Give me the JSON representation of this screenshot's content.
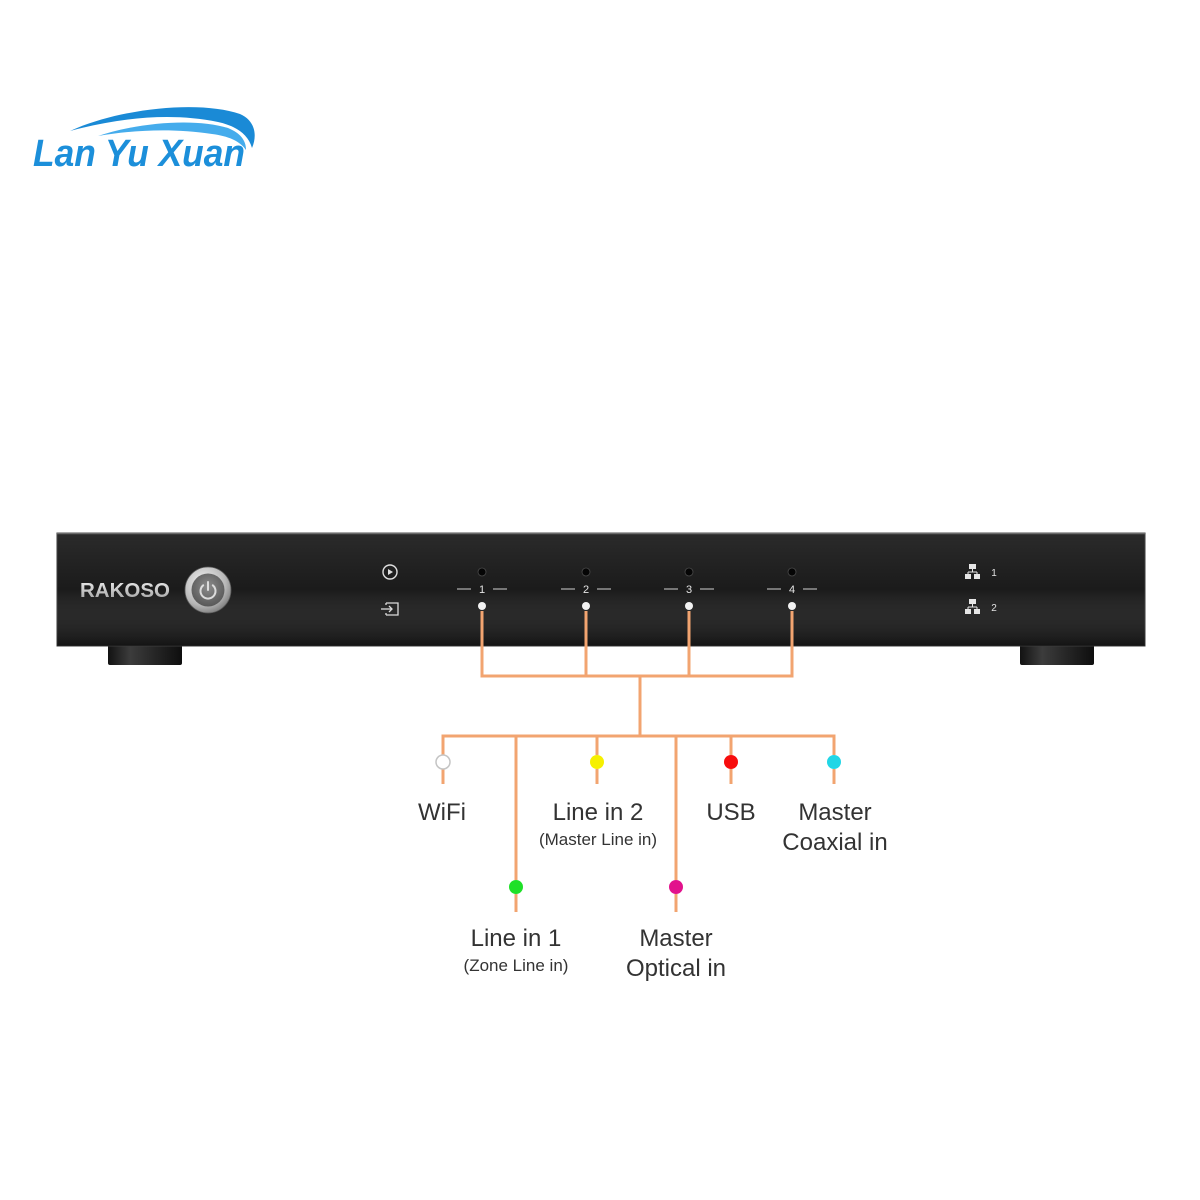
{
  "logo": {
    "text": "Lan Yu Xuan",
    "color": "#1c8fda"
  },
  "device": {
    "brand": "RAKOSO",
    "zone_labels": [
      "1",
      "2",
      "3",
      "4"
    ],
    "network_port_labels": [
      "1",
      "2"
    ],
    "icons": {
      "power_button": "power-icon",
      "play": "play-icon",
      "input_source": "input-source-icon",
      "network_ports": "network-icon"
    },
    "led_colors": {
      "top": "#050505",
      "bottom": "#f2f2f2"
    }
  },
  "colors": {
    "background": "#ffffff",
    "device_body": "#1b1b1b",
    "connector_line": "#f2a470",
    "label_text": "#333333"
  },
  "inputs": [
    {
      "label_lines": [
        "WiFi"
      ],
      "dot_color": "#ffffff"
    },
    {
      "label_lines": [
        "Line in 1"
      ],
      "note": "(Zone Line in)",
      "dot_color": "#1fe028"
    },
    {
      "label_lines": [
        "Line in 2"
      ],
      "note": "(Master Line in)",
      "dot_color": "#f6f000"
    },
    {
      "label_lines": [
        "Master",
        "Optical in"
      ],
      "dot_color": "#e2128c"
    },
    {
      "label_lines": [
        "USB"
      ],
      "dot_color": "#f70d0d"
    },
    {
      "label_lines": [
        "Master",
        "Coaxial in"
      ],
      "dot_color": "#22d6e6"
    }
  ]
}
